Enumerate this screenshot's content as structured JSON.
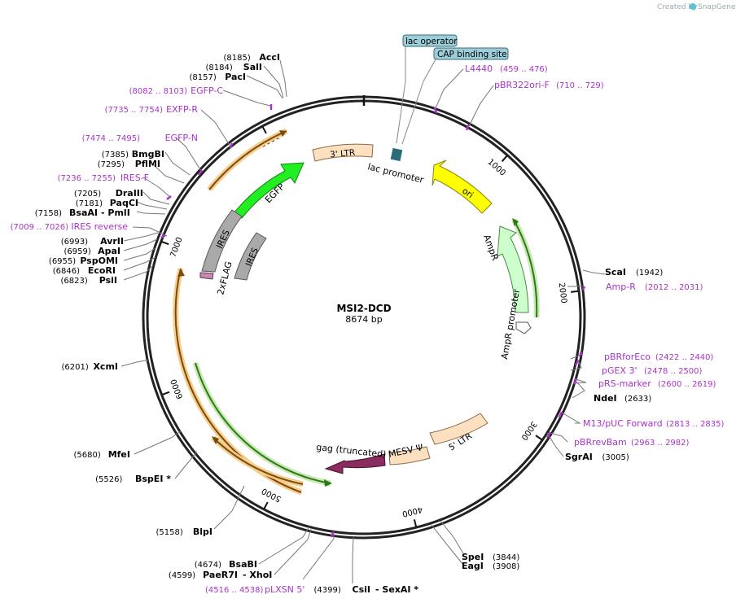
{
  "plasmid": {
    "name": "MSI2-DCD",
    "length_label": "8674 bp",
    "length": 8674
  },
  "credit": {
    "prefix": "Created by",
    "brand": "SnapGene"
  },
  "ticks": [
    "1000",
    "2000",
    "3000",
    "4000",
    "5000",
    "6000",
    "7000",
    "8000"
  ],
  "sites": [
    {
      "id": "acci",
      "name": "AccI",
      "pos": "(8185)"
    },
    {
      "id": "sali",
      "name": "SalI",
      "pos": "(8184)"
    },
    {
      "id": "paci",
      "name": "PacI",
      "pos": "(8157)"
    },
    {
      "id": "bmgbi",
      "name": "BmgBI",
      "pos": "(7385)"
    },
    {
      "id": "pflmi",
      "name": "PflMI",
      "pos": "(7295)"
    },
    {
      "id": "draiii",
      "name": "DraIII",
      "pos": "(7205)"
    },
    {
      "id": "paqci",
      "name": "PaqCI",
      "pos": "(7181)"
    },
    {
      "id": "bsaai",
      "name": "BsaAI",
      "pos": "(7158)",
      "extra": "- PmlI"
    },
    {
      "id": "avrii",
      "name": "AvrII",
      "pos": "(6993)"
    },
    {
      "id": "apai",
      "name": "ApaI",
      "pos": "(6959)"
    },
    {
      "id": "psp",
      "name": "PspOMI",
      "pos": "(6955)"
    },
    {
      "id": "ecori",
      "name": "EcoRI",
      "pos": "(6846)"
    },
    {
      "id": "psii",
      "name": "PsiI",
      "pos": "(6823)"
    },
    {
      "id": "xcmi",
      "name": "XcmI",
      "pos": "(6201)"
    },
    {
      "id": "mfei",
      "name": "MfeI",
      "pos": "(5680)"
    },
    {
      "id": "bspei",
      "name": "BspEI *",
      "pos": "(5526)"
    },
    {
      "id": "blpi",
      "name": "BlpI",
      "pos": "(5158)"
    },
    {
      "id": "bsabi",
      "name": "BsaBI",
      "pos": "(4674)"
    },
    {
      "id": "paer7i",
      "name": "PaeR7I",
      "pos": "(4599)",
      "extra": "- XhoI"
    },
    {
      "id": "csii",
      "name": "CsiI",
      "pos": "(4399)",
      "extra": "- SexAI *"
    },
    {
      "id": "spei",
      "name": "SpeI",
      "pos": "(3844)"
    },
    {
      "id": "eagi",
      "name": "EagI",
      "pos": "(3908)"
    },
    {
      "id": "sgrai",
      "name": "SgrAI",
      "pos": "(3005)"
    },
    {
      "id": "ndei",
      "name": "NdeI",
      "pos": "(2633)"
    },
    {
      "id": "scai",
      "name": "ScaI",
      "pos": "(1942)"
    }
  ],
  "primers": [
    {
      "id": "egfpc",
      "name": "EGFP-C",
      "pos": "(8082 .. 8103)"
    },
    {
      "id": "exfpr",
      "name": "EXFP-R",
      "pos": "(7735 .. 7754)"
    },
    {
      "id": "egfpn",
      "name": "EGFP-N",
      "pos": "(7474 .. 7495)"
    },
    {
      "id": "iresf",
      "name": "IRES-F",
      "pos": "(7236 .. 7255)"
    },
    {
      "id": "iresrev",
      "name": "IRES reverse",
      "pos": "(7009 .. 7026)"
    },
    {
      "id": "l4440",
      "name": "L4440",
      "pos": "(459 .. 476)"
    },
    {
      "id": "pbr322",
      "name": "pBR322ori-F",
      "pos": "(710 .. 729)"
    },
    {
      "id": "ampr",
      "name": "Amp-R",
      "pos": "(2012 .. 2031)"
    },
    {
      "id": "pbrforeco",
      "name": "pBRforEco",
      "pos": "(2422 .. 2440)"
    },
    {
      "id": "pgex3",
      "name": "pGEX 3'",
      "pos": "(2478 .. 2500)"
    },
    {
      "id": "prsmarker",
      "name": "pRS-marker",
      "pos": "(2600 .. 2619)"
    },
    {
      "id": "m13",
      "name": "M13/pUC Forward",
      "pos": "(2813 .. 2835)"
    },
    {
      "id": "pbrrevbam",
      "name": "pBRrevBam",
      "pos": "(2963 .. 2982)"
    },
    {
      "id": "plxsn5",
      "name": "pLXSN 5'",
      "pos": "(4516 .. 4538)"
    }
  ],
  "features": {
    "lac_operator": "lac operator",
    "cap_site": "CAP binding site",
    "lac_promoter": "lac promoter",
    "ori": "ori",
    "ampr": "AmpR",
    "ampr_promoter": "AmpR promoter",
    "ltr3": "3' LTR",
    "ltr5": "5' LTR",
    "egfp": "EGFP",
    "ires": "IRES",
    "ires2": "IRES",
    "flag": "2xFLAG",
    "gag": "gag (truncated)",
    "mesv": "MESV Ψ"
  },
  "colors": {
    "egfp": "#22ee22",
    "ori": "#ffff00",
    "ampr": "#ccffcc",
    "ltr": "#fde0c0",
    "ires": "#a9a9a9",
    "gag": "#8b2c60",
    "flag": "#c48ab0",
    "primer": "#a833c9",
    "orf": "#f5b440",
    "orf_green": "#6ab83a",
    "lac_box": "#9ccdd8"
  }
}
